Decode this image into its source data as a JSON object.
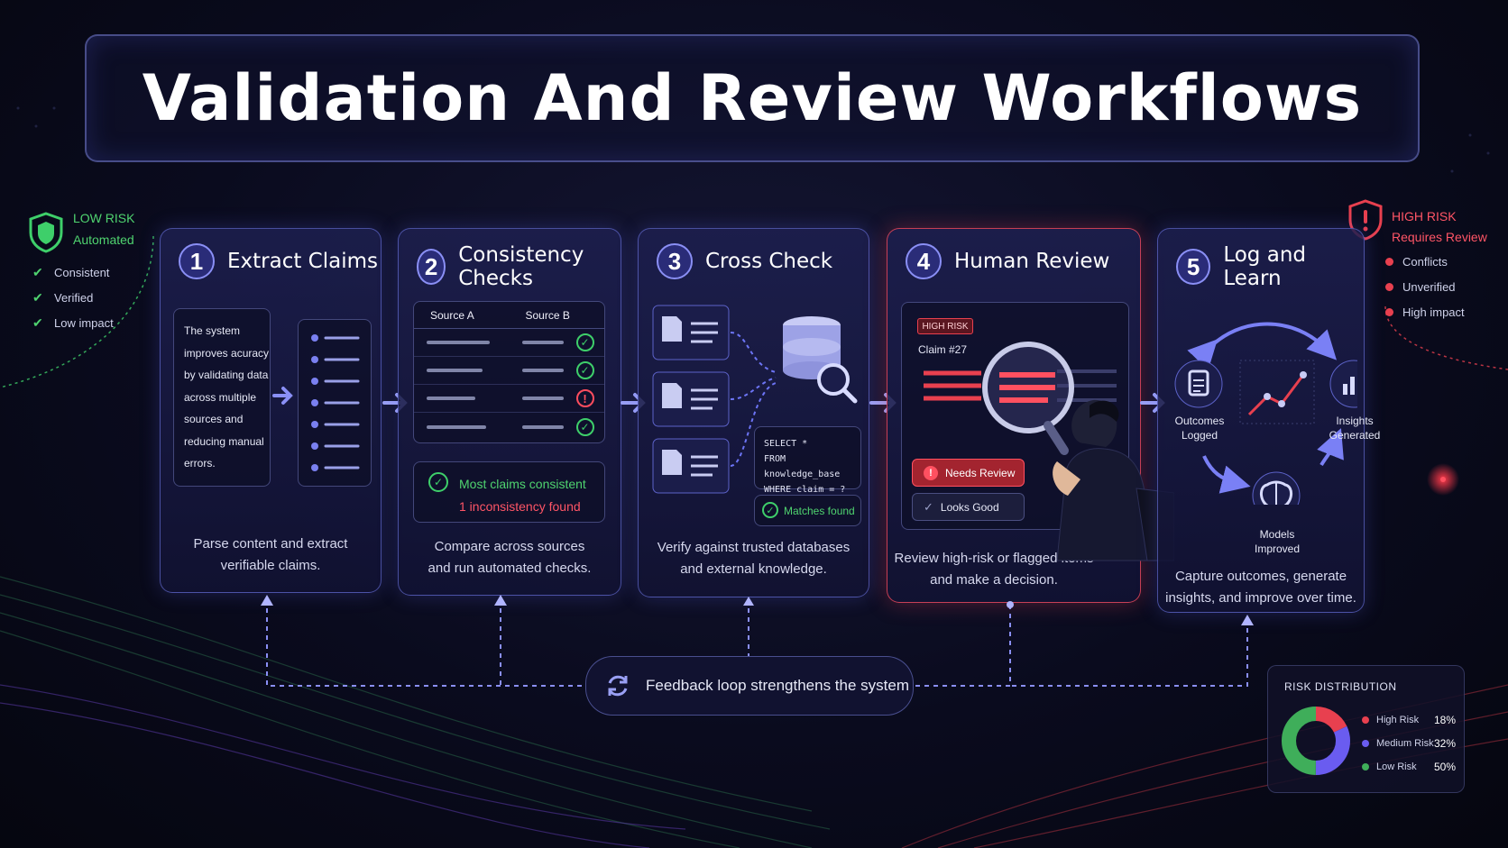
{
  "title": "Validation And Review Workflows",
  "low_risk": {
    "heading": "LOW RISK",
    "subheading": "Automated",
    "items": [
      "Consistent",
      "Verified",
      "Low impact"
    ]
  },
  "high_risk": {
    "heading": "HIGH RISK",
    "subheading": "Requires Review",
    "items": [
      "Conflicts",
      "Unverified",
      "High impact"
    ]
  },
  "steps": [
    {
      "number": "1",
      "title": "Extract Claims",
      "sample_text": [
        "The system",
        "improves acuracy",
        "by validating data",
        "across multiple",
        "sources and",
        "reducing manual",
        "errors."
      ],
      "description": [
        "Parse content and extract",
        "verifiable claims."
      ]
    },
    {
      "number": "2",
      "title": "Consistency Checks",
      "table_headers": [
        "Source A",
        "Source B"
      ],
      "row_status": [
        "ok",
        "ok",
        "conflict",
        "ok"
      ],
      "result_ok": "Most claims consistent",
      "result_issue": "1 inconsistency found",
      "description": [
        "Compare across sources",
        "and run automated checks."
      ]
    },
    {
      "number": "3",
      "title": "Cross Check",
      "query": [
        "SELECT *",
        "FROM  knowledge_base",
        "WHERE  claim = ?"
      ],
      "match_label": "Matches found",
      "description": [
        "Verify against trusted databases",
        "and external knowledge."
      ]
    },
    {
      "number": "4",
      "title": "Human Review",
      "badge": "HIGH RISK",
      "claim_label": "Claim #27",
      "needs_review": "Needs Review",
      "looks_good": "Looks Good",
      "description": [
        "Review high-risk or flagged items",
        "and make a decision."
      ]
    },
    {
      "number": "5",
      "title": "Log and Learn",
      "cycle": {
        "outcomes": [
          "Outcomes",
          "Logged"
        ],
        "insights": [
          "Insights",
          "Generated"
        ],
        "models": [
          "Models",
          "Improved"
        ]
      },
      "description": [
        "Capture outcomes, generate",
        "insights, and improve over time."
      ]
    }
  ],
  "feedback": "Feedback loop strengthens the system",
  "risk_distribution": {
    "title": "RISK DISTRIBUTION",
    "segments": [
      {
        "label": "High Risk",
        "percent": "18%",
        "value": 18,
        "color": "#e8404f"
      },
      {
        "label": "Medium Risk",
        "percent": "32%",
        "value": 32,
        "color": "#6a5cf0"
      },
      {
        "label": "Low Risk",
        "percent": "50%",
        "value": 50,
        "color": "#3fae5a"
      }
    ]
  }
}
